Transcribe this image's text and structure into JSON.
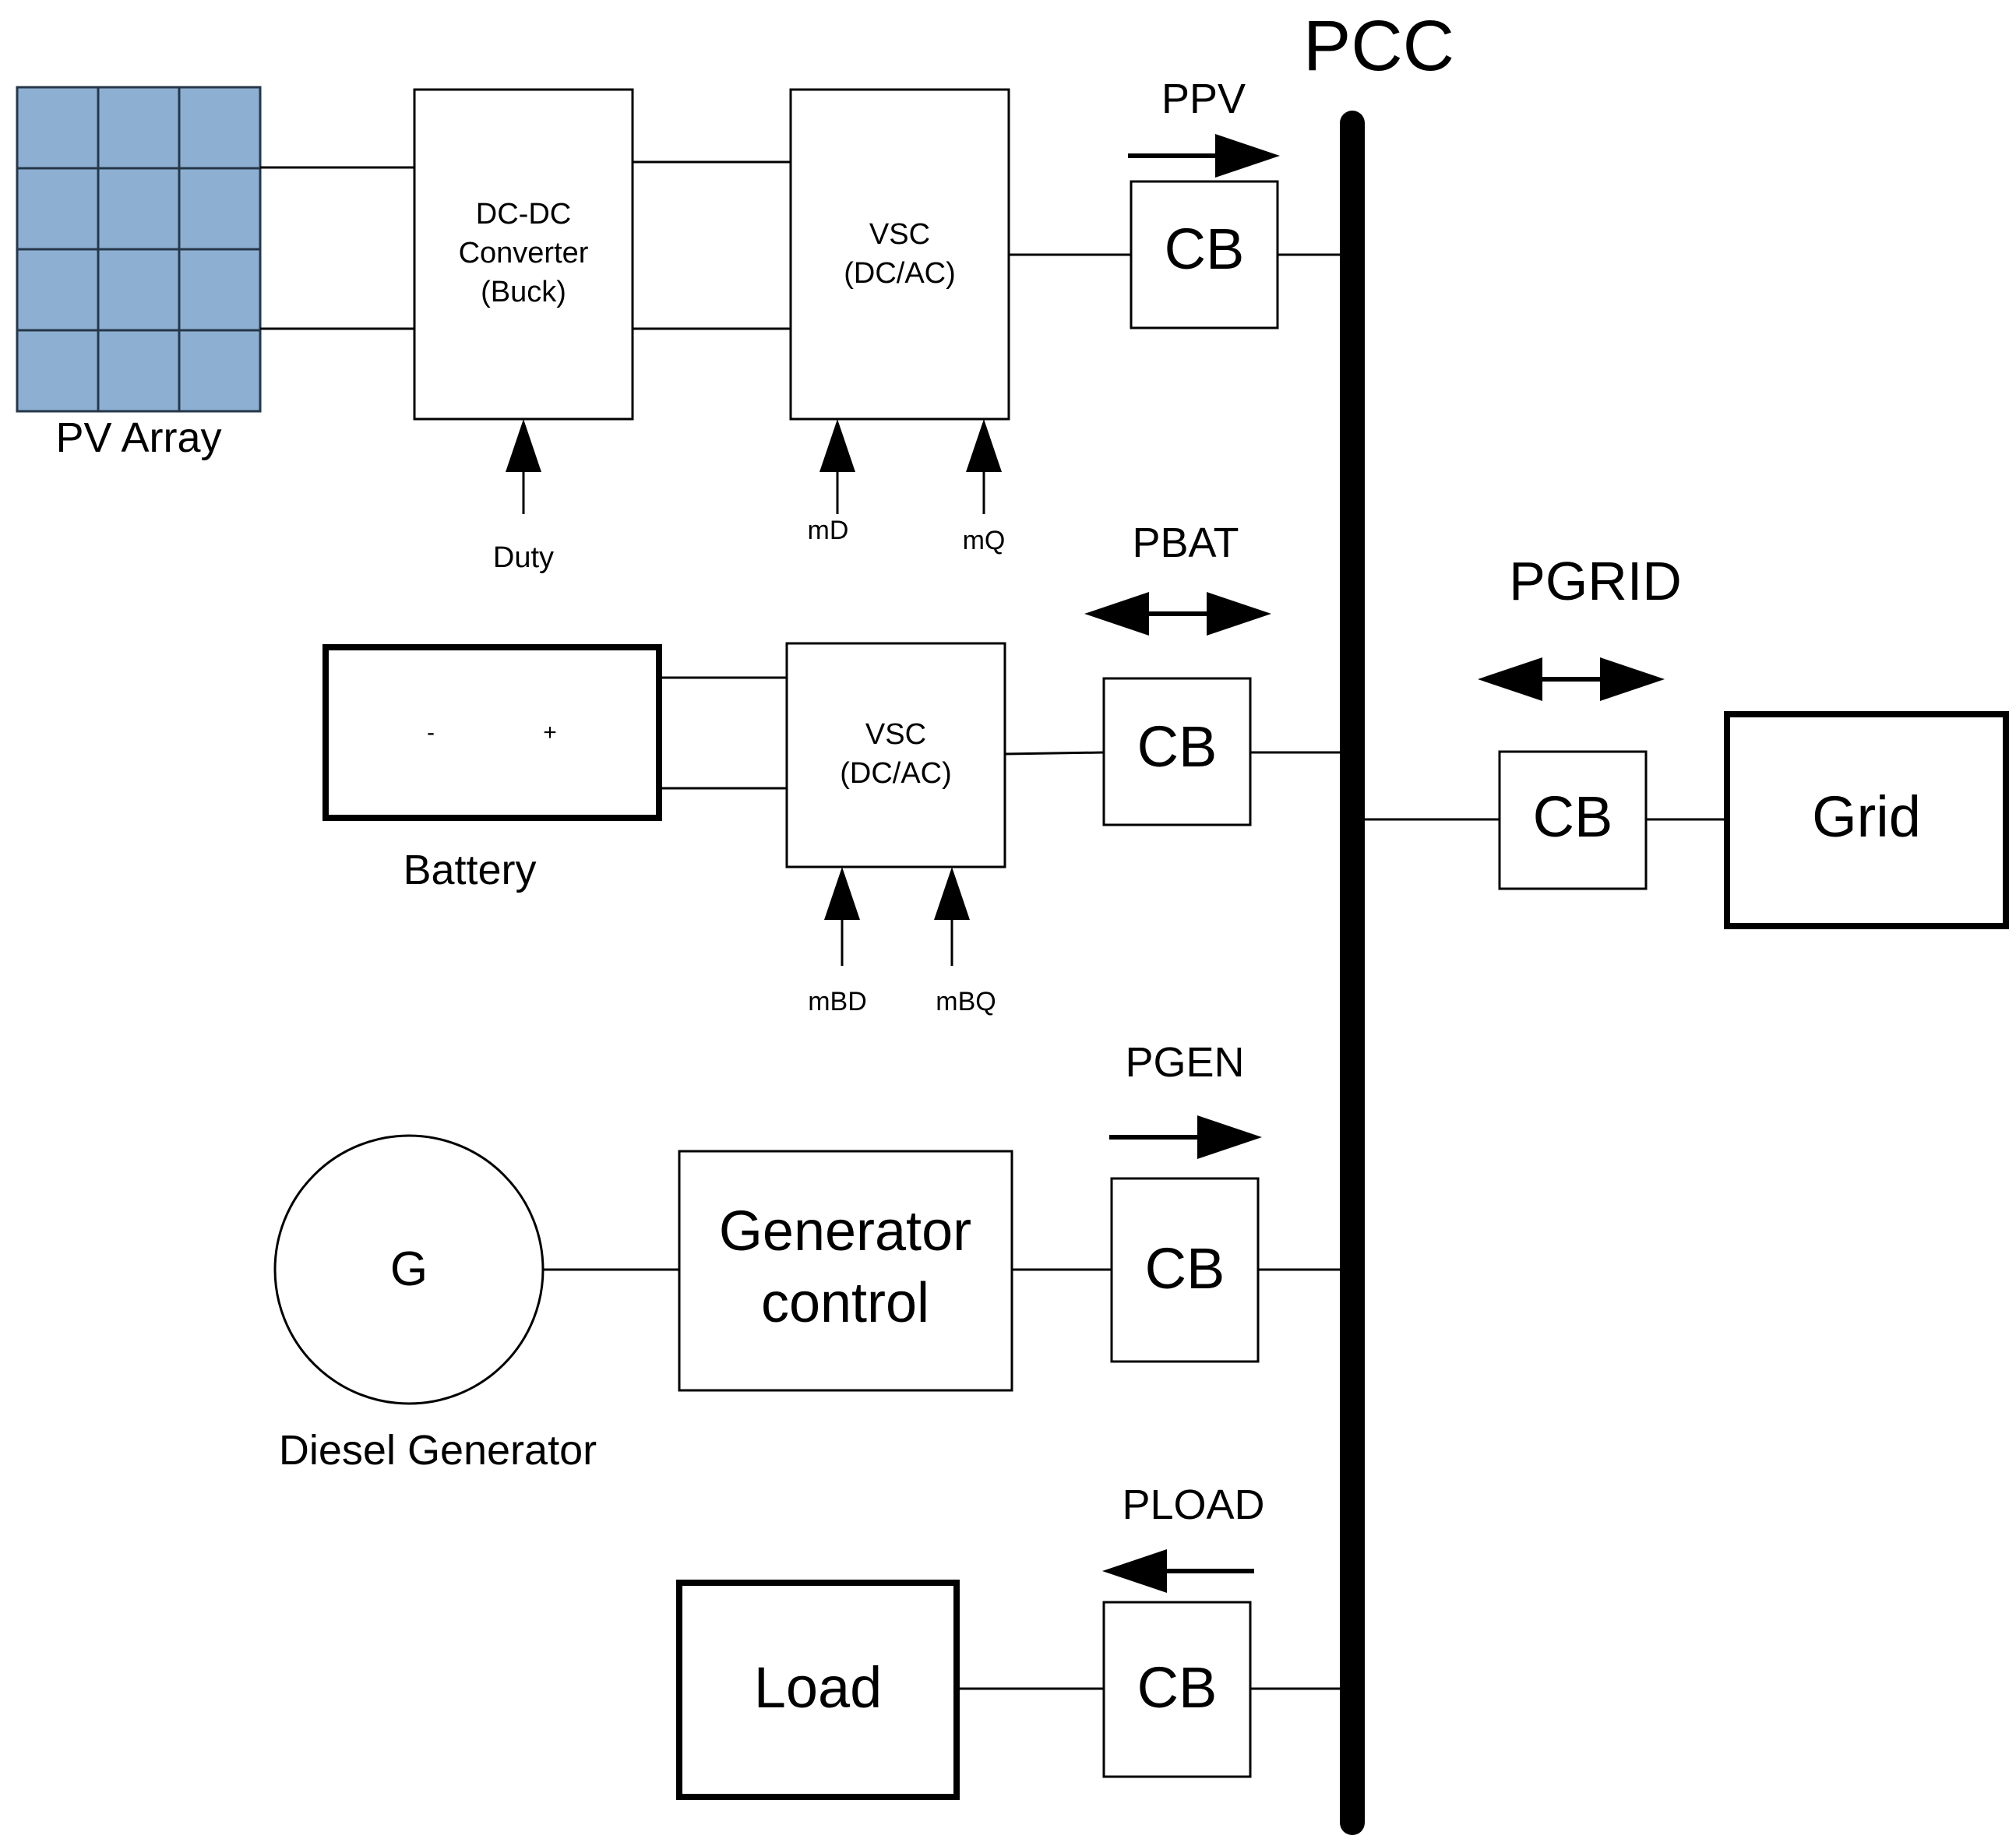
{
  "pcc": {
    "label": "PCC"
  },
  "pv": {
    "array_label": "PV Array",
    "converter_lines": [
      "DC-DC",
      "Converter",
      "(Buck)"
    ],
    "vsc_lines": [
      "VSC",
      "(DC/AC)"
    ],
    "duty_label": "Duty",
    "md_label": "mD",
    "mq_label": "mQ",
    "breaker_label": "CB",
    "flow_label": "PPV"
  },
  "battery": {
    "label": "Battery",
    "minus": "-",
    "plus": "+",
    "vsc_lines": [
      "VSC",
      "(DC/AC)"
    ],
    "mbd_label": "mBD",
    "mbq_label": "mBQ",
    "breaker_label": "CB",
    "flow_label": "PBAT"
  },
  "grid": {
    "label": "Grid",
    "breaker_label": "CB",
    "flow_label": "PGRID"
  },
  "generator": {
    "symbol": "G",
    "label": "Diesel Generator",
    "control_lines": [
      "Generator",
      "control"
    ],
    "breaker_label": "CB",
    "flow_label": "PGEN"
  },
  "load": {
    "label": "Load",
    "breaker_label": "CB",
    "flow_label": "PLOAD"
  }
}
